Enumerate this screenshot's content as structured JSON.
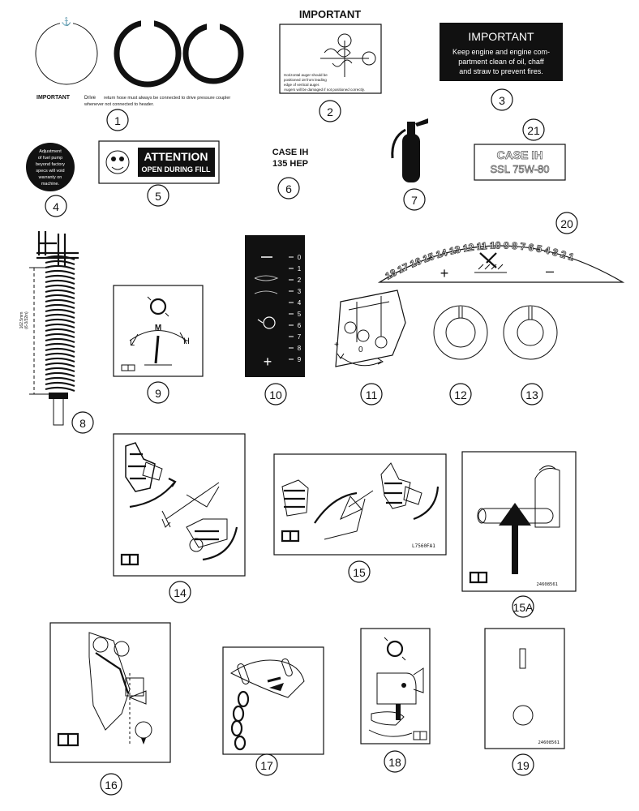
{
  "decal1": {
    "title": "IMPORTANT",
    "text_a": "Drive",
    "text_b": "return hose must always be connected to drive pressure coupler",
    "text_c": "whenever not connected to header."
  },
  "decal2": {
    "title": "IMPORTANT",
    "lines": [
      "Horizontal auger should be",
      "positioned 18  from leading",
      "edge of vertical auger.",
      "Augers will be damaged if not positioned correctly."
    ]
  },
  "decal3": {
    "title": "IMPORTANT",
    "lines": [
      "Keep engine and engine com-",
      "partment clean of oil, chaff",
      "and straw to prevent fires."
    ]
  },
  "decal4": {
    "lines": [
      "Adjustment",
      "of fuel pump",
      "beyond factory",
      "specs will void",
      "warranty on",
      "machine."
    ]
  },
  "decal5": {
    "line1": "ATTENTION",
    "line2": "OPEN DURING FILL"
  },
  "decal6": {
    "line1": "CASE IH",
    "line2": "135 HEP"
  },
  "decal21": {
    "line1": "CASE IH",
    "line2": "SSL 75W-80"
  },
  "decal20": {
    "numbers": "18 17 16 15 14 13 12 11 10 9 8 7 6 5 4 3 2 1"
  },
  "decal8": {
    "dim1": "162.5mm",
    "dim2": "(6-3/32in)"
  },
  "decal9": {
    "m": "M",
    "l": "L",
    "h": "H"
  },
  "decal10": {
    "scale": [
      "0",
      "1",
      "2",
      "3",
      "4",
      "5",
      "6",
      "7",
      "8",
      "9"
    ]
  },
  "decal11": {
    "zero": "0",
    "plus": "+"
  },
  "decal15": {
    "code": "L7560FA1"
  },
  "decal15a": {
    "code": "24608561"
  },
  "decal19": {
    "code": "24608561"
  },
  "callouts": [
    "1",
    "2",
    "3",
    "4",
    "5",
    "6",
    "7",
    "8",
    "9",
    "10",
    "11",
    "12",
    "13",
    "14",
    "15",
    "15A",
    "16",
    "17",
    "18",
    "19",
    "20",
    "21"
  ]
}
